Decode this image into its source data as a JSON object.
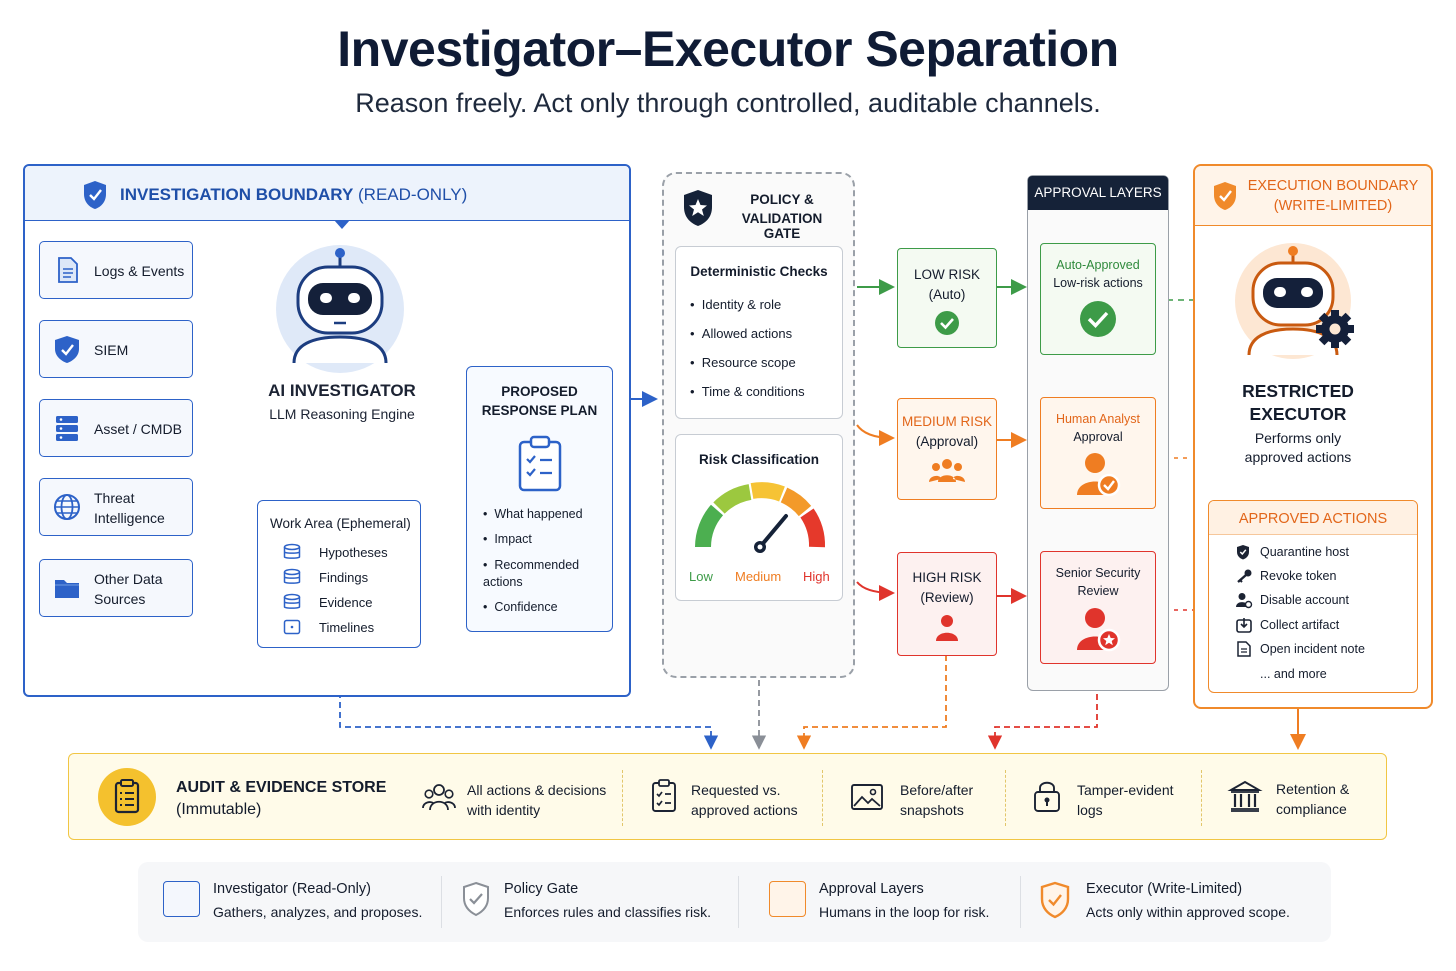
{
  "header": {
    "title": "Investigator–Executor Separation",
    "subtitle": "Reason freely.  Act only through controlled, auditable channels."
  },
  "investigation": {
    "title_bold": "INVESTIGATION BOUNDARY",
    "title_rest": " (READ-ONLY)",
    "sources": [
      {
        "label": "Logs & Events",
        "icon": "document-icon"
      },
      {
        "label": "SIEM",
        "icon": "shield-icon"
      },
      {
        "label": "Asset / CMDB",
        "icon": "server-icon"
      },
      {
        "label": "Threat Intelligence",
        "icon": "globe-icon"
      },
      {
        "label": "Other Data Sources",
        "icon": "folder-icon"
      }
    ],
    "investigator_title": "AI INVESTIGATOR",
    "investigator_sub": "LLM Reasoning Engine",
    "work_area": {
      "title": "Work Area (Ephemeral)",
      "items": [
        "Hypotheses",
        "Findings",
        "Evidence",
        "Timelines"
      ]
    },
    "plan": {
      "title_line1": "PROPOSED",
      "title_line2": "RESPONSE PLAN",
      "items": [
        "What happened",
        "Impact",
        "Recommended actions",
        "Confidence"
      ]
    }
  },
  "policy": {
    "title_line1": "POLICY &",
    "title_line2": "VALIDATION GATE",
    "checks_title": "Deterministic Checks",
    "checks": [
      "Identity & role",
      "Allowed actions",
      "Resource scope",
      "Time & conditions"
    ],
    "risk_title": "Risk Classification",
    "gauge_labels": {
      "low": "Low",
      "medium": "Medium",
      "high": "High"
    }
  },
  "risks": [
    {
      "line1": "LOW RISK",
      "line2": "(Auto)",
      "color": "#3d9b48"
    },
    {
      "line1": "MEDIUM RISK",
      "line2": "(Approval)",
      "color": "#ef7d22"
    },
    {
      "line1": "HIGH RISK",
      "line2": "(Review)",
      "color": "#e0342c"
    }
  ],
  "approval": {
    "header": "APPROVAL LAYERS",
    "layers": [
      {
        "line1": "Auto-Approved",
        "line2": "Low-risk actions"
      },
      {
        "line1": "Human Analyst",
        "line2": "Approval"
      },
      {
        "line1": "Senior Security",
        "line2": "Review"
      }
    ]
  },
  "execution": {
    "title_line1": "EXECUTION BOUNDARY",
    "title_line2": "(WRITE-LIMITED)",
    "executor_line1": "RESTRICTED",
    "executor_line2": "EXECUTOR",
    "executor_sub1": "Performs only",
    "executor_sub2": "approved actions",
    "actions_title": "APPROVED ACTIONS",
    "actions": [
      "Quarantine host",
      "Revoke token",
      "Disable account",
      "Collect artifact",
      "Open incident note"
    ],
    "actions_more": "... and more"
  },
  "audit": {
    "title_line1": "AUDIT & EVIDENCE STORE",
    "title_line2": "(Immutable)",
    "items": [
      {
        "line1": "All actions & decisions",
        "line2": "with identity",
        "icon": "people-icon"
      },
      {
        "line1": "Requested vs.",
        "line2": "approved actions",
        "icon": "clipboard-icon"
      },
      {
        "line1": "Before/after",
        "line2": "snapshots",
        "icon": "image-icon"
      },
      {
        "line1": "Tamper-evident",
        "line2": "logs",
        "icon": "lock-icon"
      },
      {
        "line1": "Retention &",
        "line2": "compliance",
        "icon": "bank-icon"
      }
    ]
  },
  "legend": [
    {
      "title": "Investigator (Read-Only)",
      "desc": "Gathers, analyzes, and proposes."
    },
    {
      "title": "Policy Gate",
      "desc": "Enforces rules and classifies risk."
    },
    {
      "title": "Approval Layers",
      "desc": "Humans in the loop for risk."
    },
    {
      "title": "Executor (Write-Limited)",
      "desc": "Acts only within approved scope."
    }
  ],
  "colors": {
    "blue": "#2d62c8",
    "green": "#3d9b48",
    "orange": "#ef7d22",
    "red": "#e0342c",
    "navy": "#152238",
    "gold": "#f1c644"
  }
}
